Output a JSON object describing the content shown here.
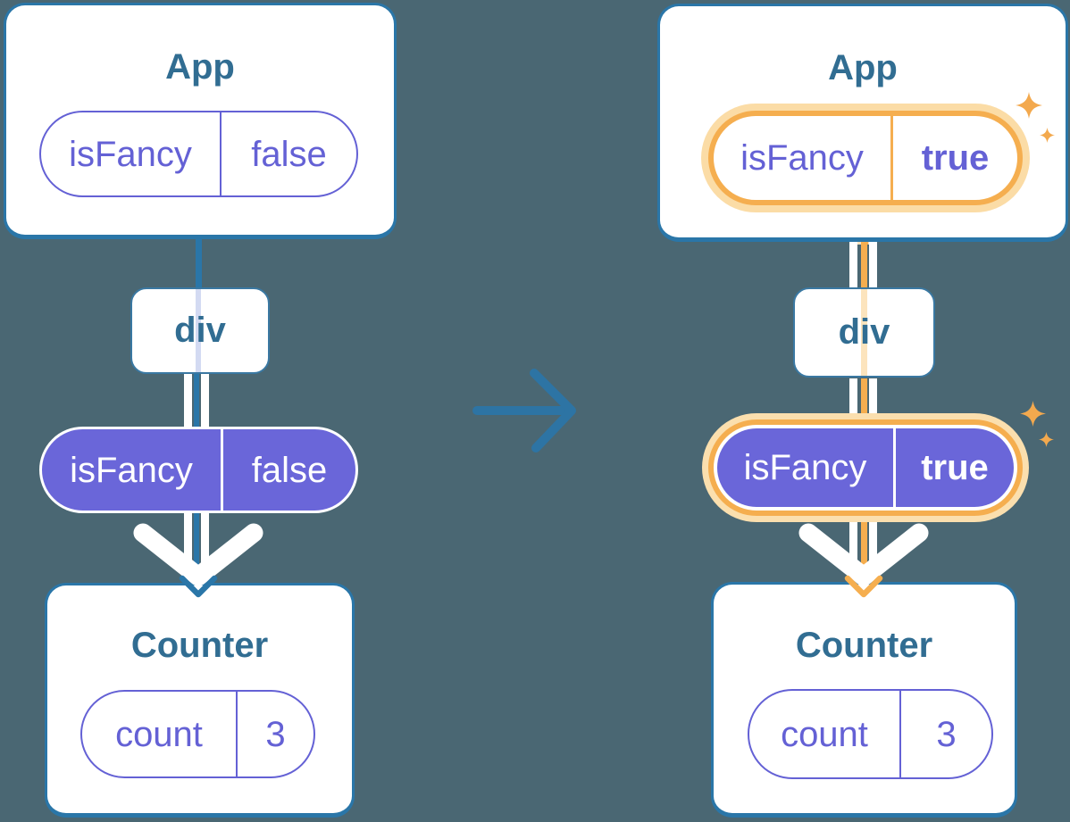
{
  "diagram_title": "prop flow: App passes isFancy through div to Counter (before and after toggle)",
  "colors": {
    "background": "#4a6773",
    "card_border_blue": "#2a76a8",
    "title_text": "#316d92",
    "purple_stroke": "#6461d5",
    "purple_fill": "#6a66d9",
    "teal_line": "#2a76a8",
    "orange_highlight": "#f5ae4f",
    "orange_glow": "#fbdca6",
    "white": "#ffffff"
  },
  "middle_arrow": {
    "meaning": "state change from before to after",
    "direction": "right"
  },
  "before": {
    "app": {
      "title": "App",
      "prop_name": "isFancy",
      "prop_value": "false"
    },
    "div_label": "div",
    "passed_prop": {
      "name": "isFancy",
      "value": "false"
    },
    "counter": {
      "title": "Counter",
      "state_name": "count",
      "state_value": "3"
    }
  },
  "after": {
    "app": {
      "title": "App",
      "prop_name": "isFancy",
      "prop_value": "true"
    },
    "div_label": "div",
    "passed_prop": {
      "name": "isFancy",
      "value": "true"
    },
    "counter": {
      "title": "Counter",
      "state_name": "count",
      "state_value": "3"
    },
    "highlighted": true
  }
}
